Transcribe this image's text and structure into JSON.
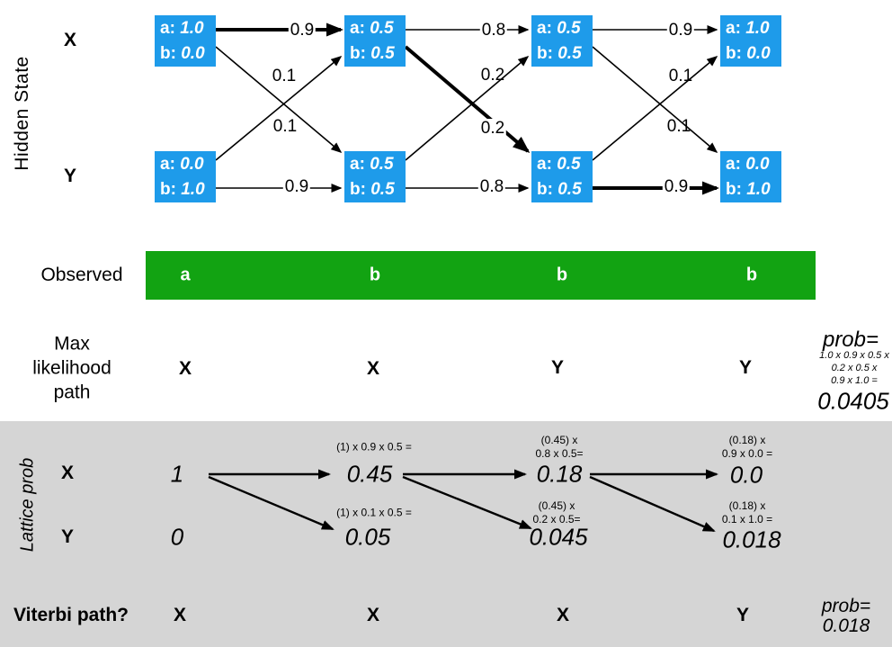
{
  "colors": {
    "node_blue": "#1E9BEA",
    "observed_green": "#12A312",
    "lattice_gray": "#D5D5D5"
  },
  "trellis": {
    "axis_label": "Hidden State",
    "row_labels": {
      "x": "X",
      "y": "Y"
    },
    "emission_labels": {
      "a": "a:",
      "b": "b:"
    },
    "nodes": [
      {
        "a": "1.0",
        "b": "0.0"
      },
      {
        "a": "0.5",
        "b": "0.5"
      },
      {
        "a": "0.5",
        "b": "0.5"
      },
      {
        "a": "1.0",
        "b": "0.0"
      },
      {
        "a": "0.0",
        "b": "1.0"
      },
      {
        "a": "0.5",
        "b": "0.5"
      },
      {
        "a": "0.5",
        "b": "0.5"
      },
      {
        "a": "0.0",
        "b": "1.0"
      }
    ],
    "edges": [
      {
        "label": "0.9"
      },
      {
        "label": "0.1"
      },
      {
        "label": "0.1"
      },
      {
        "label": "0.9"
      },
      {
        "label": "0.8"
      },
      {
        "label": "0.2"
      },
      {
        "label": "0.2"
      },
      {
        "label": "0.8"
      },
      {
        "label": "0.9"
      },
      {
        "label": "0.1"
      },
      {
        "label": "0.1"
      },
      {
        "label": "0.9"
      }
    ]
  },
  "observed": {
    "label": "Observed",
    "values": [
      "a",
      "b",
      "b",
      "b"
    ]
  },
  "max_likelihood": {
    "label_lines": [
      "Max",
      "likelihood",
      "path"
    ],
    "path": [
      "X",
      "X",
      "Y",
      "Y"
    ],
    "prob": {
      "prefix": "prob=",
      "formula_lines": [
        "1.0 x 0.9 x 0.5 x",
        "0.2 x 0.5 x",
        "0.9 x 1.0 ="
      ],
      "result": "0.0405"
    }
  },
  "lattice": {
    "axis_label": "Lattice prob",
    "row_labels": {
      "x": "X",
      "y": "Y"
    },
    "cells": {
      "x": [
        {
          "value": "1",
          "formula_lines": []
        },
        {
          "value": "0.45",
          "formula_lines": [
            "(1) x 0.9 x 0.5 ="
          ]
        },
        {
          "value": "0.18",
          "formula_lines": [
            "(0.45) x",
            "0.8 x 0.5="
          ]
        },
        {
          "value": "0.0",
          "formula_lines": [
            "(0.18) x",
            "0.9 x 0.0 ="
          ]
        }
      ],
      "y": [
        {
          "value": "0",
          "formula_lines": []
        },
        {
          "value": "0.05",
          "formula_lines": [
            "(1) x 0.1 x 0.5 ="
          ]
        },
        {
          "value": "0.045",
          "formula_lines": [
            "(0.45) x",
            "0.2 x 0.5="
          ]
        },
        {
          "value": "0.018",
          "formula_lines": [
            "(0.18) x",
            "0.1 x 1.0 ="
          ]
        }
      ]
    }
  },
  "viterbi": {
    "label": "Viterbi path?",
    "path": [
      "X",
      "X",
      "X",
      "Y"
    ],
    "prob_lines": [
      "prob=",
      "0.018"
    ]
  }
}
